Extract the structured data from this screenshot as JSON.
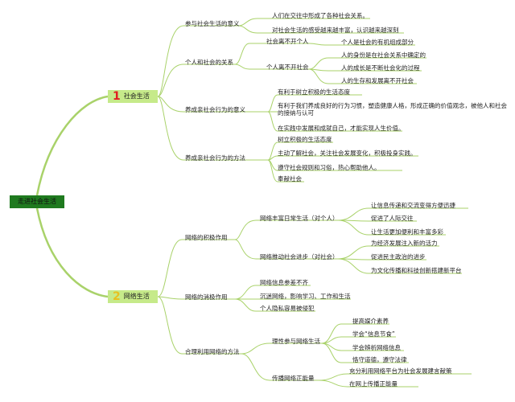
{
  "root": {
    "label": "走进社会生活"
  },
  "branches": [
    {
      "number": "1",
      "label": "社会生活",
      "children": [
        {
          "label": "参与社会生活的意义",
          "items": [
            "人们在交往中形成了各种社会关系。",
            "对社会生活的感受越来越丰富，认识越来越深刻"
          ]
        },
        {
          "label": "个人和社会的关系",
          "sub": [
            {
              "label": "社会离不开个人",
              "items": [
                "个人是社会的有机组成部分"
              ]
            },
            {
              "label": "个人离不开社会",
              "items": [
                "人的身份是在社会关系中确定的",
                "人的成长是不断社会化的过程",
                "人的生存和发展离不开社会"
              ]
            }
          ]
        },
        {
          "label": "养成亲社会行为的意义",
          "items": [
            "有利于树立积极的生活态度",
            "有利于我们养成良好的行为习惯，塑造健康人格，形成正确的价值观念，被他人和社会的接纳与认可",
            "在实践中发展和成就自己，才能实现人生价值。"
          ]
        },
        {
          "label": "养成亲社会行为的方法",
          "items": [
            "树立积极的生活态度",
            "主动了解社会，关注社会发展变化，积极投身实践。",
            "遵守社会规则和习俗，热心帮助他人。",
            "奉献社会"
          ]
        }
      ]
    },
    {
      "number": "2",
      "label": "网络生活",
      "children": [
        {
          "label": "网络的积极作用",
          "sub": [
            {
              "label": "网络丰富日常生活（对个人）",
              "items": [
                "让信息传递和交流变得方便迅捷",
                "促进了人际交往",
                "让生活更加便利和丰富多彩"
              ]
            },
            {
              "label": "网络推动社会进步（对社会）",
              "items": [
                "为经济发展注入新的活力",
                "促进民主政治的进步",
                "为文化传播和科技创新搭建新平台"
              ]
            }
          ]
        },
        {
          "label": "网络的消极作用",
          "items": [
            "网络信息参差不齐",
            "沉迷网络，影响学习、工作和生活",
            "个人隐私容易被侵犯"
          ]
        },
        {
          "label": "合理利用网络的方法",
          "sub": [
            {
              "label": "理性参与网络生活",
              "items": [
                "提高媒介素养",
                "学会“信息节食”",
                "学会辨析网络信息",
                "恪守道德，遵守法律"
              ]
            },
            {
              "label": "传播网络正能量",
              "items": [
                "充分利用网络平台为社会发展建言献策",
                "在网上传播正能量"
              ]
            }
          ]
        }
      ]
    }
  ]
}
